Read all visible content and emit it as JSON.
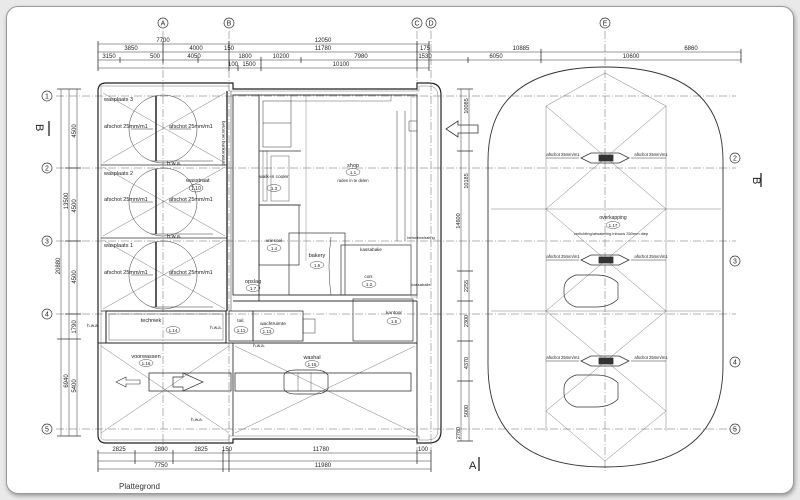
{
  "title": "Plattegrond",
  "axes": {
    "columns": [
      "A",
      "B",
      "C",
      "D",
      "E"
    ],
    "rows": [
      "1",
      "2",
      "3",
      "4",
      "5"
    ],
    "section_marks": [
      "B",
      "B",
      "A"
    ]
  },
  "dims_top": {
    "row1": [
      "7700",
      "12050"
    ],
    "row2": [
      "3850",
      "4000",
      "150",
      "11780",
      "175",
      "10885",
      "6860"
    ],
    "row3": [
      "3150",
      "500",
      "4050",
      "1800",
      "10200",
      "7980",
      "1530",
      "6050",
      "10600"
    ],
    "row4": [
      "100",
      "1500",
      "10100"
    ]
  },
  "dims_left": [
    "4500",
    "4500",
    "4500",
    "1790",
    "5400",
    "13500",
    "20880",
    "6940"
  ],
  "dims_right": [
    "10085",
    "10185",
    "14600",
    "2255",
    "2300",
    "4370",
    "5000",
    "2780"
  ],
  "dims_bottom": {
    "row1": [
      "2825",
      "2800",
      "2825",
      "150",
      "11780",
      "100"
    ],
    "row2": [
      "7750",
      "11980"
    ]
  },
  "rooms": [
    {
      "name": "wasplaats 3",
      "num": ""
    },
    {
      "name": "wasplaats 2",
      "num": ""
    },
    {
      "name": "wasstraat",
      "num": "1.10"
    },
    {
      "name": "wasplaats 1",
      "num": ""
    },
    {
      "name": "shop",
      "num": "1.1"
    },
    {
      "name": "walk-in cooler",
      "num": "1.3"
    },
    {
      "name": "vriescel",
      "num": "1.4"
    },
    {
      "name": "bakery",
      "num": "1.5"
    },
    {
      "name": "kassabalie",
      "num": ""
    },
    {
      "name": "opslag",
      "num": "1.7"
    },
    {
      "name": "corr.",
      "num": "1.2"
    },
    {
      "name": "kantoor",
      "num": "1.6"
    },
    {
      "name": "techniek",
      "num": "1.14"
    },
    {
      "name": "toil.",
      "num": "1.11"
    },
    {
      "name": "wachtruimte",
      "num": "1.13"
    },
    {
      "name": "voorwassen",
      "num": "1.16"
    },
    {
      "name": "washal",
      "num": "1.15"
    },
    {
      "name": "overkapping",
      "num": "1.17"
    }
  ],
  "notes": {
    "afschot": "afschot 25mm/m1",
    "hwa": "h.w.a.",
    "overkapping_note": "verlichting/afwatering inbouw 250mm diep",
    "shop_note": "raden in te delen",
    "bunker": "betonnen bunkerwand",
    "kassa": "kassabalie",
    "bestrating": "betonbestrating"
  },
  "colors": {
    "line": "#333333",
    "light": "#888888",
    "frame": "#9a9a9a"
  }
}
